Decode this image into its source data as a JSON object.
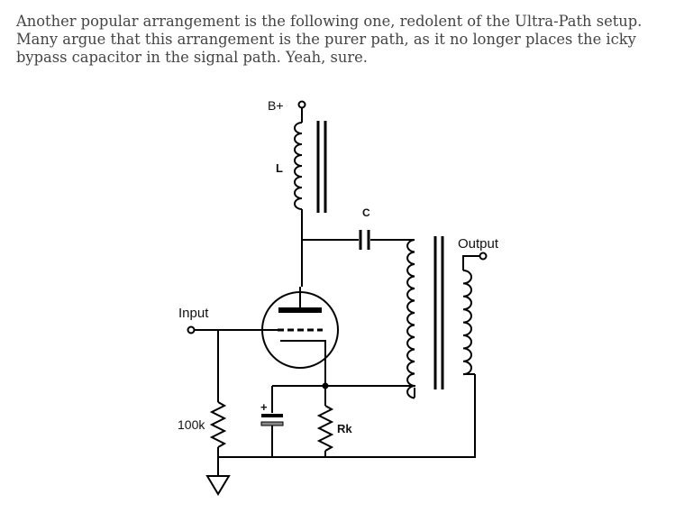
{
  "text": {
    "intro": "Another popular arrangement is the following one, redolent of the Ultra-Path setup. Many argue that this arrangement is the purer path, as it no longer places the icky bypass capacitor in the signal path. Yeah, sure."
  },
  "diagram": {
    "bplus": "B+",
    "inductor": "L",
    "capacitor": "C",
    "output": "Output",
    "input": "Input",
    "grid_resistor": "100k",
    "cathode_resistor": "Rk",
    "polarity": "+"
  }
}
